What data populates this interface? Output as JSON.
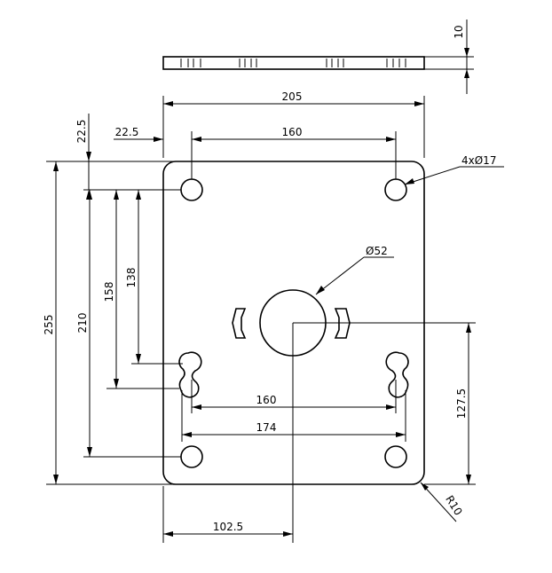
{
  "drawing": {
    "side_view": {
      "thickness_label": "10"
    },
    "dimensions": {
      "overall_width": "205",
      "hole_spacing_top": "160",
      "left_offset_top": "22.5",
      "top_offset": "22.5",
      "hole_callout": "4xØ17",
      "center_hole_callout": "Ø52",
      "overall_height": "255",
      "height_210": "210",
      "height_158": "158",
      "height_138": "138",
      "slot_spacing_160": "160",
      "slot_spacing_174": "174",
      "center_height": "127.5",
      "center_x_offset": "102.5",
      "corner_radius": "R10"
    }
  }
}
